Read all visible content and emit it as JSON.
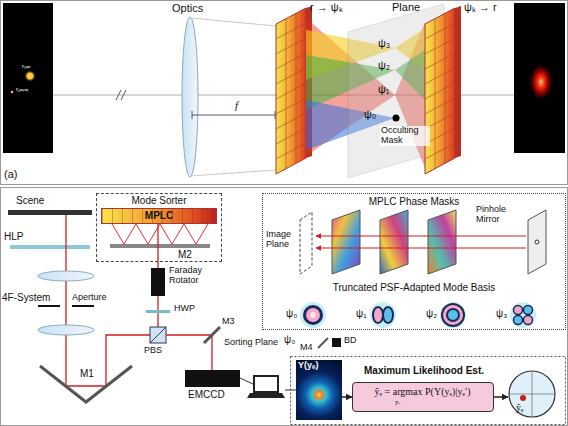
{
  "diagram": {
    "nodes": [
      {
        "text": [
          "Mode Sorter"
        ]
      },
      {
        "text": [
          "MPLC"
        ],
        "in": 0
      },
      {
        "text": [
          "MPLC Phase Masks",
          "Truncated PSF-Adapted Mode Basis"
        ]
      },
      {
        "text": [
          "Y(yₑ)"
        ]
      },
      {
        "text": [
          "Maximum Likelihood Est.",
          "ŷₑ = argmax P(Y(yₑ)|yₑ′)",
          "yₑ"
        ]
      },
      {
        "text": [
          "ŷₑ"
        ]
      }
    ],
    "edges": [
      {
        "from": 3,
        "to": 4,
        "arrow": "to"
      },
      {
        "from": 4,
        "to": 5,
        "arrow": "to"
      }
    ],
    "labels": [
      "rₛₜₐᵣ",
      "rₚₗₐₙₑₜ",
      "Optics",
      "f",
      "r → ψₖ",
      "Plane",
      "ψₖ → r",
      "ψ₃",
      "ψ₂",
      "ψ₁",
      "ψ₀",
      "Occulting Mask",
      "(a)",
      "Scene",
      "M2",
      "HLP",
      "4F-System",
      "Aperture",
      "Faraday Rotator",
      "HWP",
      "PBS",
      "M1",
      "M3",
      "Sorting Plane",
      "ψ₀",
      "M4",
      "BD",
      "EMCCD",
      "Image Plane",
      "Pinhole Mirror",
      "ψ₀",
      "ψ₁",
      "ψ₂",
      "ψ₃"
    ]
  }
}
